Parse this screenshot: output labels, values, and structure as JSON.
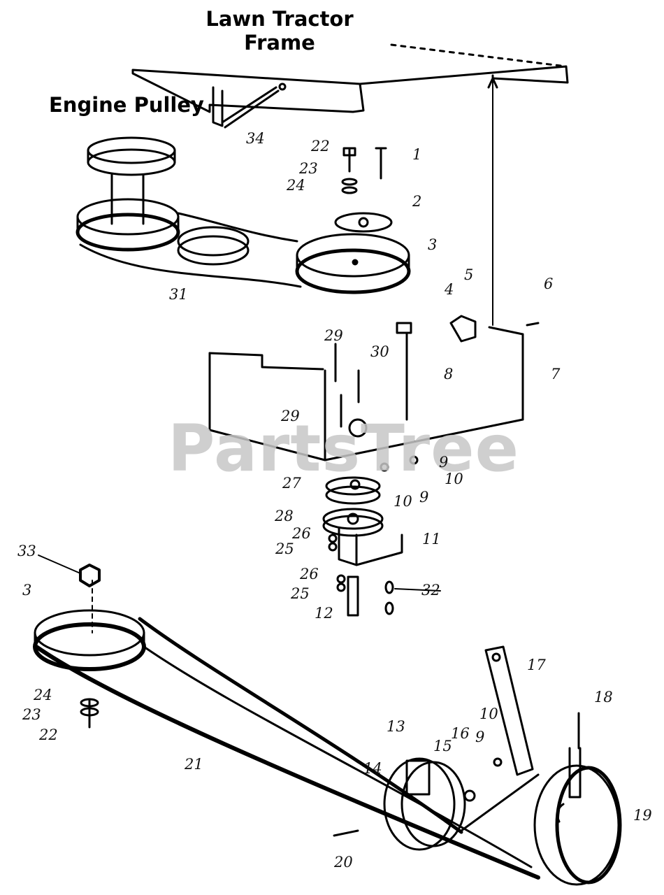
{
  "titles": {
    "frame_line1": "Lawn Tractor",
    "frame_line2": "Frame",
    "engine_pulley": "Engine Pulley"
  },
  "watermark": "PartsTree",
  "callouts": {
    "c34": "34",
    "c22a": "22",
    "c1": "1",
    "c23a": "23",
    "c24a": "24",
    "c2": "2",
    "c3a": "3",
    "c31": "31",
    "c5": "5",
    "c4": "4",
    "c6": "6",
    "c29a": "29",
    "c30": "30",
    "c8": "8",
    "c7": "7",
    "c29b": "29",
    "c9a": "9",
    "c10a": "10",
    "c27": "27",
    "c10b": "10",
    "c9b": "9",
    "c28": "28",
    "c26a": "26",
    "c11": "11",
    "c25a": "25",
    "c33": "33",
    "c26b": "26",
    "c32": "32",
    "c3b": "3",
    "c25b": "25",
    "c12": "12",
    "c17": "17",
    "c18": "18",
    "c24b": "24",
    "c10c": "10",
    "c23b": "23",
    "c13": "13",
    "c16": "16",
    "c9c": "9",
    "c22b": "22",
    "c15": "15",
    "c21": "21",
    "c14": "14",
    "c19": "19",
    "c20": "20"
  },
  "colors": {
    "ink": "#000000",
    "watermark": "#c7c7c7",
    "paper": "#ffffff"
  }
}
